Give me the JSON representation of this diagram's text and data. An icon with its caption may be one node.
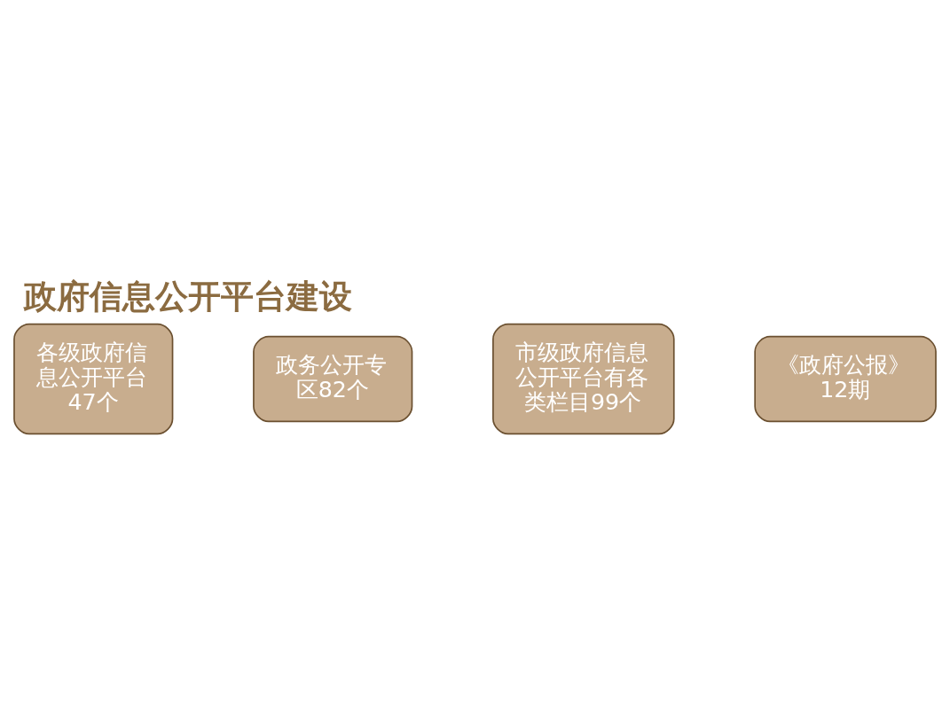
{
  "diagram": {
    "title": "政府信息公开平台建设",
    "nodes": [
      {
        "text": [
          "各级政府信息公开平台47个"
        ]
      },
      {
        "text": [
          "政务公开专区82个"
        ]
      },
      {
        "text": [
          "市级政府信息公开平台有各类栏目99个"
        ]
      },
      {
        "text": [
          "《政府公报》12期"
        ]
      }
    ],
    "edges": []
  }
}
